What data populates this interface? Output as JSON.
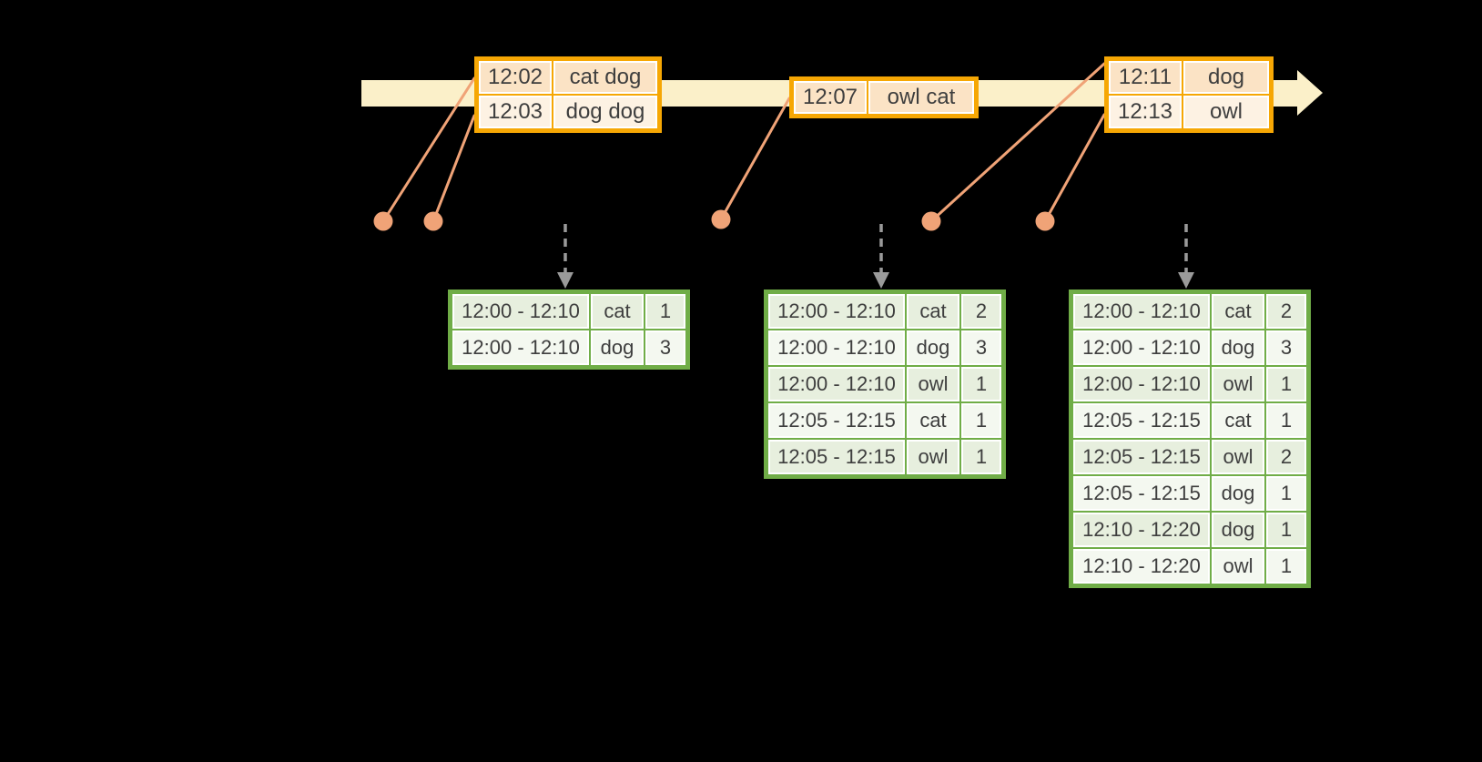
{
  "colors": {
    "background": "#000000",
    "timeline_band": "#FBF0C9",
    "input_table_border": "#F6A704",
    "input_row_dark": "#FBE3C5",
    "input_row_light": "#FDF2E3",
    "result_table_border": "#70AD47",
    "result_row_dark": "#E7EFDE",
    "result_row_light": "#F4F8F0",
    "connector": "#F0A377",
    "trigger_arrow": "#9A9A9A",
    "text": "#3E3E3E"
  },
  "input_tables": [
    {
      "rows": [
        {
          "time": "12:02",
          "words": "cat dog"
        },
        {
          "time": "12:03",
          "words": "dog dog"
        }
      ]
    },
    {
      "rows": [
        {
          "time": "12:07",
          "words": "owl cat"
        }
      ]
    },
    {
      "rows": [
        {
          "time": "12:11",
          "words": "dog"
        },
        {
          "time": "12:13",
          "words": "owl"
        }
      ]
    }
  ],
  "result_tables": [
    {
      "rows": [
        {
          "window": "12:00 - 12:10",
          "word": "cat",
          "count": "1"
        },
        {
          "window": "12:00 - 12:10",
          "word": "dog",
          "count": "3"
        }
      ]
    },
    {
      "rows": [
        {
          "window": "12:00 - 12:10",
          "word": "cat",
          "count": "2"
        },
        {
          "window": "12:00 - 12:10",
          "word": "dog",
          "count": "3"
        },
        {
          "window": "12:00 - 12:10",
          "word": "owl",
          "count": "1"
        },
        {
          "window": "12:05 - 12:15",
          "word": "cat",
          "count": "1"
        },
        {
          "window": "12:05 - 12:15",
          "word": "owl",
          "count": "1"
        }
      ]
    },
    {
      "rows": [
        {
          "window": "12:00 - 12:10",
          "word": "cat",
          "count": "2"
        },
        {
          "window": "12:00 - 12:10",
          "word": "dog",
          "count": "3"
        },
        {
          "window": "12:00 - 12:10",
          "word": "owl",
          "count": "1"
        },
        {
          "window": "12:05 - 12:15",
          "word": "cat",
          "count": "1"
        },
        {
          "window": "12:05 - 12:15",
          "word": "owl",
          "count": "2"
        },
        {
          "window": "12:05 - 12:15",
          "word": "dog",
          "count": "1"
        },
        {
          "window": "12:10 - 12:20",
          "word": "dog",
          "count": "1"
        },
        {
          "window": "12:10 - 12:20",
          "word": "owl",
          "count": "1"
        }
      ]
    }
  ]
}
